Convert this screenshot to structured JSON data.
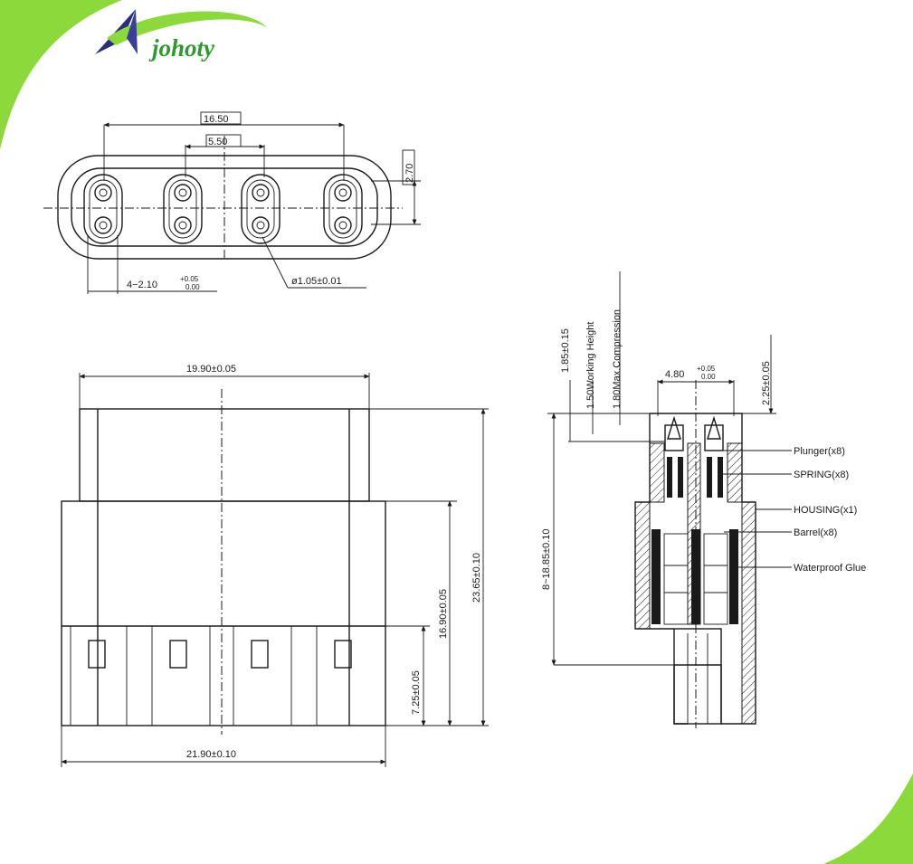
{
  "brand": {
    "name": "johoty",
    "accent_green": "#8bd93a",
    "logo_navy": "#2a2f7a"
  },
  "top_view": {
    "dim_overall": "16.50",
    "dim_pitch": "5.50",
    "dim_height": "2.70",
    "dim_holes_main": "4−2.10",
    "dim_holes_tol_upper": "+0.05",
    "dim_holes_tol_lower": "0.00",
    "dim_pin": "ø1.05±0.01"
  },
  "front_view": {
    "dim_top_width": "19.90±0.05",
    "dim_base_width": "21.90±0.10",
    "dim_total_height": "23.65±0.10",
    "dim_body_height": "16.90±0.05",
    "dim_slot_height": "7.25±0.05"
  },
  "section_view": {
    "dim_stroke": "1.85±0.15",
    "dim_working_height": "1.50Working Height",
    "dim_max_compression": "1.80Max.Compression",
    "dim_width_main": "4.80",
    "dim_width_tol_upper": "+0.05",
    "dim_width_tol_lower": "0.00",
    "dim_top_offset": "2.25±0.05",
    "dim_length": "8~18.85±0.10",
    "callouts": [
      "Plunger(x8)",
      "SPRING(x8)",
      "HOUSING(x1)",
      "Barrel(x8)",
      "Waterproof Glue"
    ]
  }
}
